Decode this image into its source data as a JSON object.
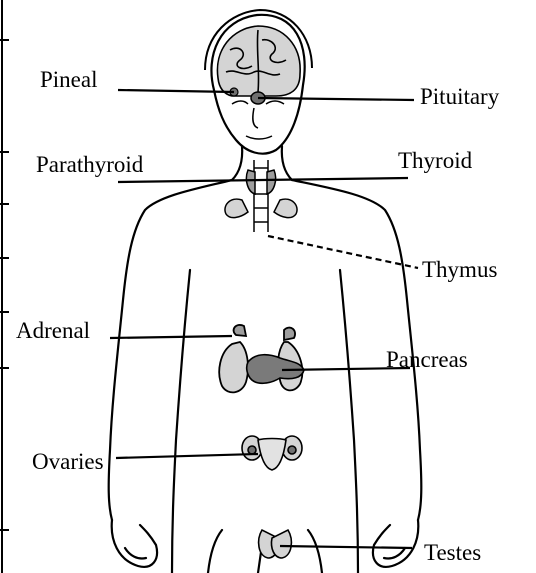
{
  "labels": {
    "pineal": "Pineal",
    "pituitary": "Pituitary",
    "parathyroid": "Parathyroid",
    "thyroid": "Thyroid",
    "thymus": "Thymus",
    "adrenal": "Adrenal",
    "pancreas": "Pancreas",
    "ovaries": "Ovaries",
    "testes": "Testes"
  },
  "colors": {
    "line": "#000000",
    "organ_fill": "#bdbdbd",
    "organ_dark": "#6f6f6f"
  }
}
